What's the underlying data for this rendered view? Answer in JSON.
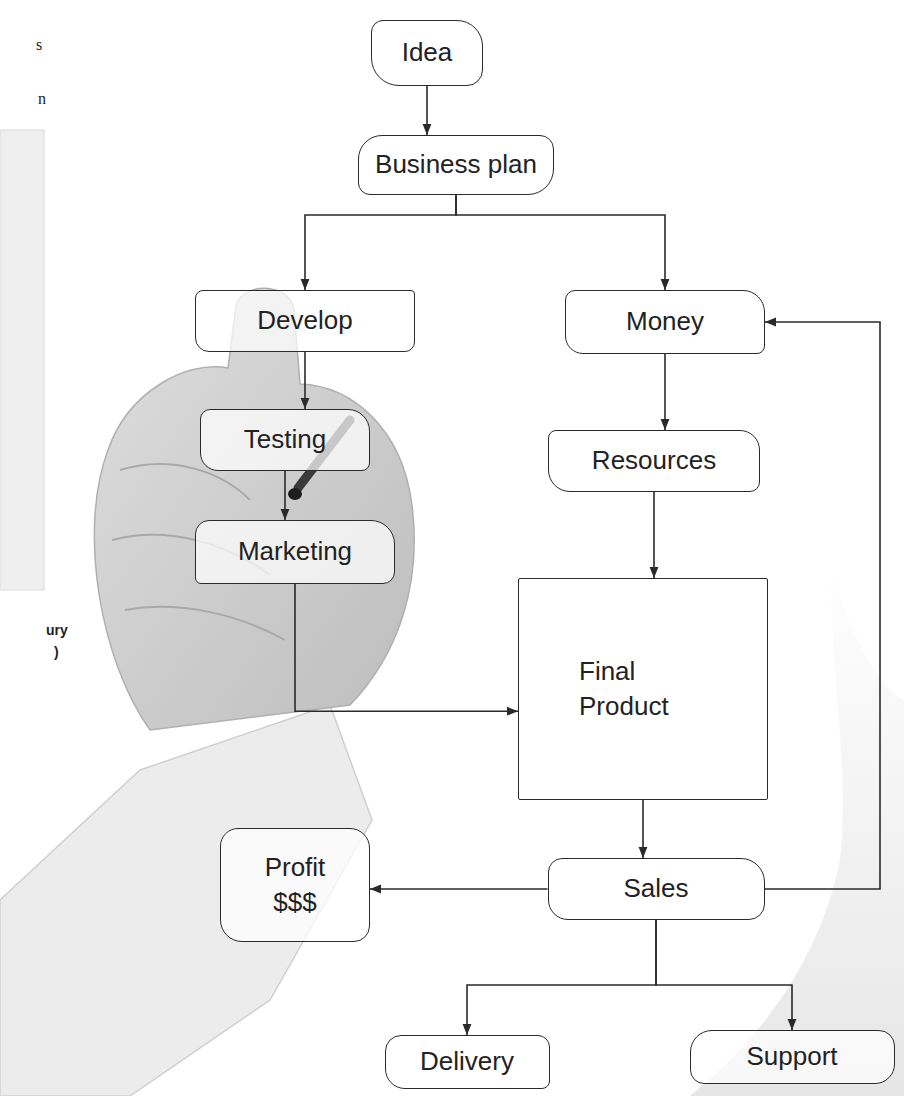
{
  "diagram": {
    "nodes": [
      {
        "text": [
          "Idea"
        ]
      },
      {
        "text": [
          "Business plan"
        ]
      },
      {
        "text": [
          "Develop"
        ]
      },
      {
        "text": [
          "Money"
        ]
      },
      {
        "text": [
          "Testing"
        ]
      },
      {
        "text": [
          "Resources"
        ]
      },
      {
        "text": [
          "Marketing"
        ]
      },
      {
        "text": [
          "Final Product"
        ]
      },
      {
        "text": [
          "Profit $$$"
        ]
      },
      {
        "text": [
          "Sales"
        ]
      },
      {
        "text": [
          "Delivery"
        ]
      },
      {
        "text": [
          "Support"
        ]
      }
    ],
    "edges": [
      {
        "from": 0,
        "to": 1,
        "arrow": "to"
      },
      {
        "from": 1,
        "to": 2,
        "arrow": "to"
      },
      {
        "from": 1,
        "to": 3,
        "arrow": "to"
      },
      {
        "from": 2,
        "to": 4,
        "arrow": "to"
      },
      {
        "from": 4,
        "to": 6,
        "arrow": "to"
      },
      {
        "from": 3,
        "to": 5,
        "arrow": "to"
      },
      {
        "from": 5,
        "to": 7,
        "arrow": "to"
      },
      {
        "from": 6,
        "to": 7,
        "arrow": "to"
      },
      {
        "from": 7,
        "to": 9,
        "arrow": "to"
      },
      {
        "from": 9,
        "to": 8,
        "arrow": "to"
      },
      {
        "from": 9,
        "to": 3,
        "arrow": "to"
      },
      {
        "from": 9,
        "to": 10,
        "arrow": "to"
      },
      {
        "from": 9,
        "to": 11,
        "arrow": "to"
      }
    ],
    "labels": [
      "s",
      "n",
      "ury",
      ")"
    ]
  }
}
